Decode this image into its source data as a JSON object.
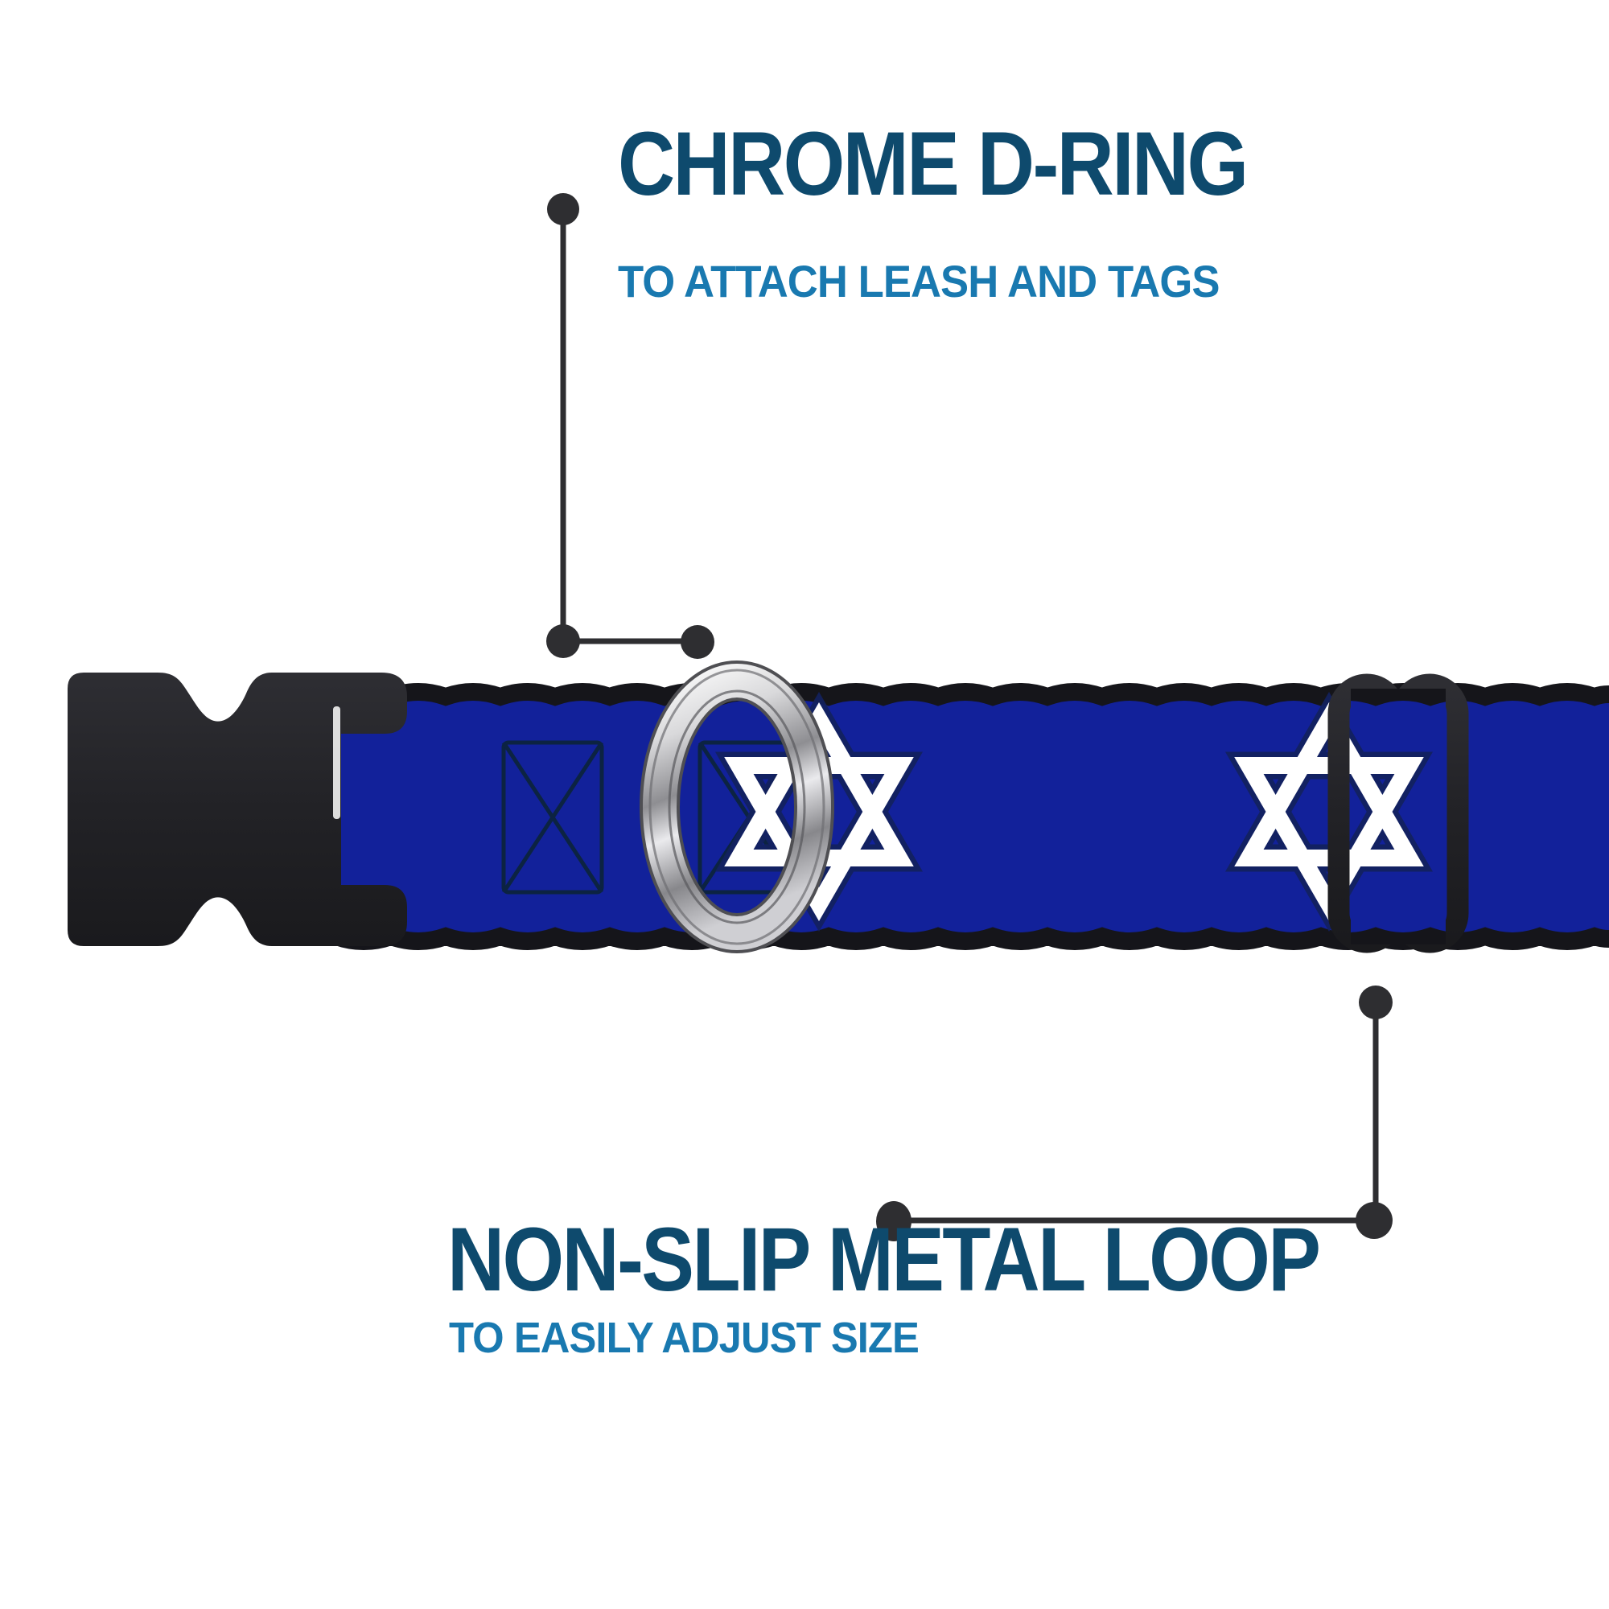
{
  "annotations": {
    "top_callout": {
      "title": "CHROME D-RING",
      "subtitle": "TO ATTACH LEASH AND TAGS"
    },
    "bottom_callout": {
      "title": "NON-SLIP METAL LOOP",
      "subtitle": "TO EASILY ADJUST SIZE"
    }
  },
  "product": {
    "item": "dog-collar",
    "pattern": "star-of-david-on-blue-webbing",
    "parts": [
      "side-release-buckle",
      "chrome-d-ring",
      "metal-loop-slider",
      "webbing-strap"
    ]
  },
  "colors": {
    "background": "#ffffff",
    "accent-dark-blue": "#0e4a6d",
    "accent-blue": "#1979b0",
    "webbing-blue": "#12219a",
    "webbing-edge": "#15151a",
    "star-white": "#ffffff",
    "star-outline-navy": "#13215e",
    "motif-outline": "#0b2433",
    "plastic-black": "#232327",
    "plastic-black-light": "#2e2e33",
    "chrome-light": "#fafafa",
    "chrome-dark": "#87878b",
    "callout": "#2e2e31"
  }
}
